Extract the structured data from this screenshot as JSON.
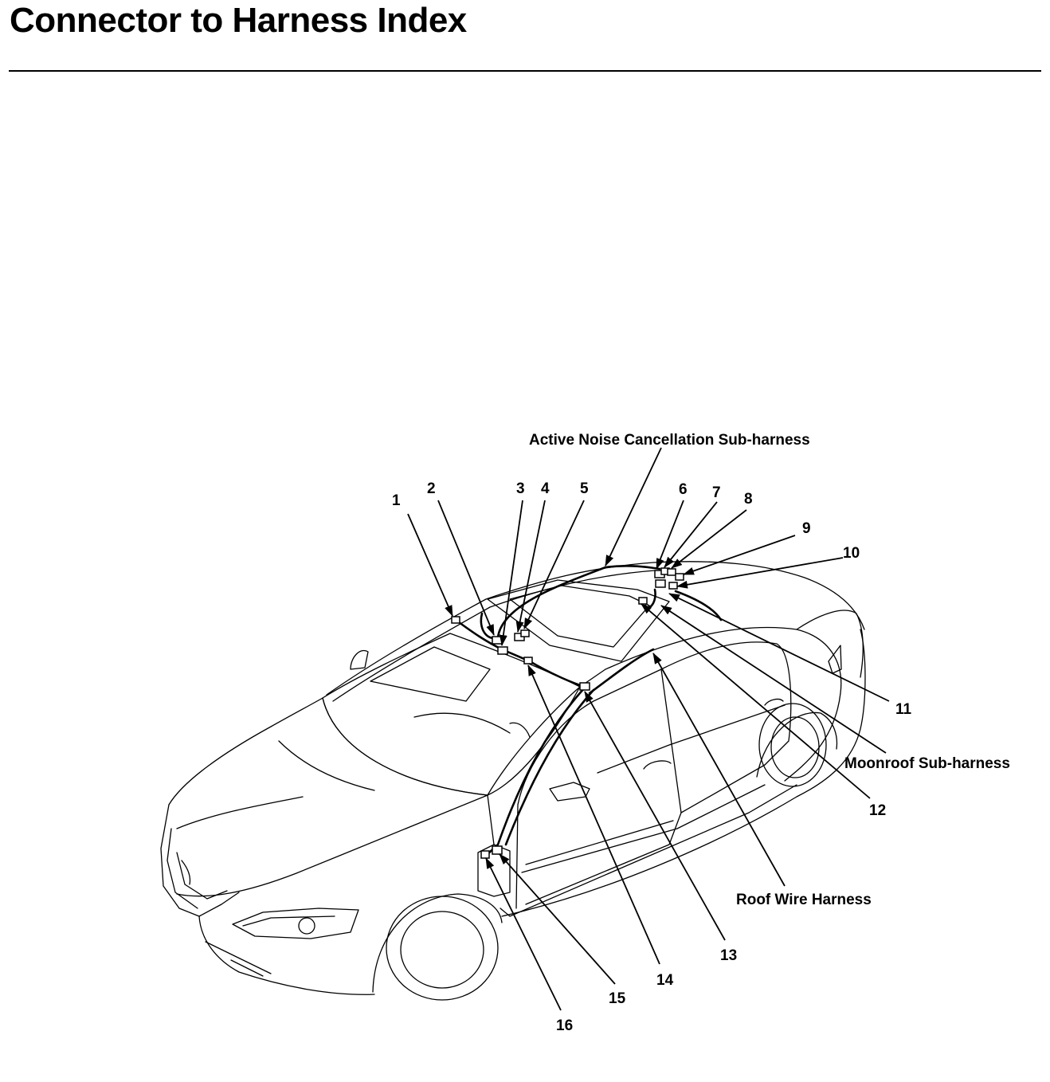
{
  "header": {
    "title": "Connector to Harness Index"
  },
  "harness_labels": {
    "active_noise": "Active Noise Cancellation Sub-harness",
    "moonroof": "Moonroof Sub-harness",
    "roof": "Roof Wire Harness"
  },
  "callouts": [
    "1",
    "2",
    "3",
    "4",
    "5",
    "6",
    "7",
    "8",
    "9",
    "10",
    "11",
    "12",
    "13",
    "14",
    "15",
    "16"
  ]
}
